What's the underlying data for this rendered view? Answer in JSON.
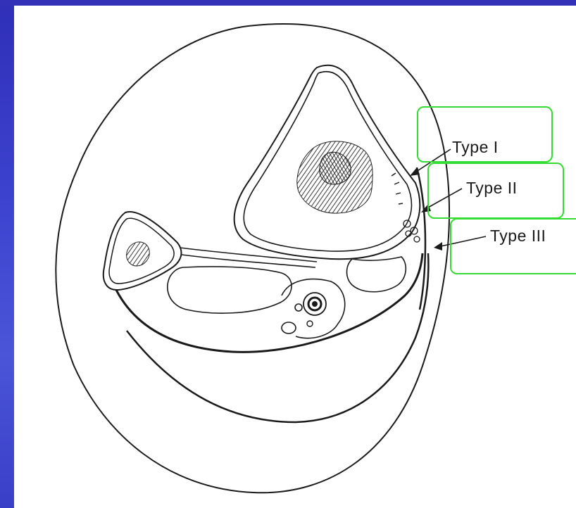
{
  "diagram": {
    "labels": {
      "type1": "Type I",
      "type2": "Type II",
      "type3": "Type III"
    },
    "colors": {
      "frame": "#3a3fc8",
      "callout_border": "#33dd33",
      "line": "#1a1a1a"
    }
  }
}
